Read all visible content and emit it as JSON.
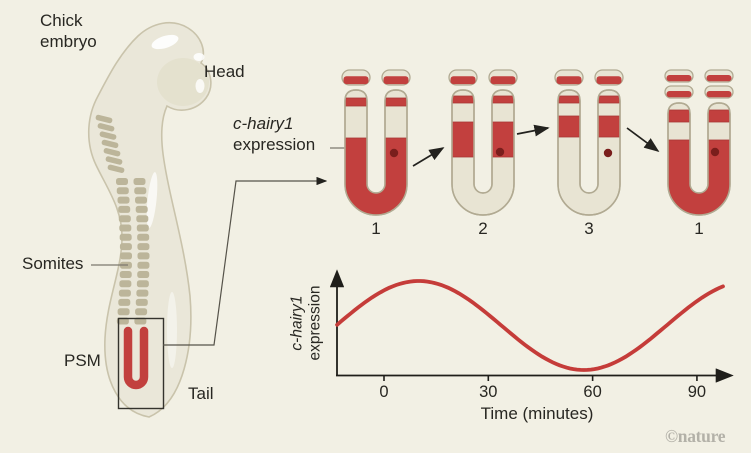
{
  "labels": {
    "chick_embryo": "Chick\nembryo",
    "head": "Head",
    "somites": "Somites",
    "psm": "PSM",
    "tail": "Tail",
    "gene_name": "c-hairy1",
    "expression_word": "expression"
  },
  "stages": [
    {
      "label": "1",
      "somites_formed": 1,
      "arm_top": 22,
      "bands": [
        [
          30,
          38
        ],
        [
          70,
          147
        ]
      ],
      "dot": [
        49,
        85
      ]
    },
    {
      "label": "2",
      "somites_formed": 1,
      "arm_top": 22,
      "bands": [
        [
          28,
          35
        ],
        [
          54,
          89
        ]
      ],
      "dot": [
        48,
        84
      ]
    },
    {
      "label": "3",
      "somites_formed": 1,
      "arm_top": 22,
      "bands": [
        [
          28,
          35
        ],
        [
          48,
          69
        ]
      ],
      "dot": [
        50,
        85
      ]
    },
    {
      "label": "1",
      "somites_formed": 2,
      "arm_top": 35,
      "bands": [
        [
          42,
          54
        ],
        [
          72,
          147
        ]
      ],
      "dot": [
        47,
        84
      ]
    }
  ],
  "chart_data": {
    "type": "line",
    "title": "",
    "xlabel": "Time (minutes)",
    "ylabel_line1": "c-hairy1",
    "ylabel_line2": "expression",
    "x_ticks": [
      0,
      30,
      60,
      90
    ],
    "x_range_minutes": [
      -13.5,
      97.5
    ],
    "grid": false,
    "legend": false,
    "line_color": "#c53c39",
    "series": [
      {
        "name": "c-hairy1 expression",
        "waveform": "cosine",
        "period_minutes": 95,
        "peak_at_minute": 10,
        "trough_at_minute": 57.5,
        "samples_t_value": [
          [
            -10,
            0.26
          ],
          [
            0,
            0.79
          ],
          [
            10,
            1.0
          ],
          [
            20,
            0.79
          ],
          [
            30,
            0.26
          ],
          [
            40,
            -0.4
          ],
          [
            50,
            -0.89
          ],
          [
            57.5,
            -1.0
          ],
          [
            60,
            -0.98
          ],
          [
            70,
            -0.66
          ],
          [
            80,
            -0.02
          ],
          [
            90,
            0.63
          ],
          [
            97,
            0.88
          ]
        ]
      }
    ]
  },
  "colors": {
    "background": "#f2f0e4",
    "red": "#c2403e",
    "band_edge": "#a83835",
    "cream": "#e8e4d3",
    "outline": "#b1aa92",
    "determination_dot": "#7a1e1c",
    "text": "#282722",
    "embryo_fill": "#eae7d9",
    "embryo_outline": "#c9c3ab",
    "somite_blocks": "#bcb59a",
    "connector_gray": "#56534a",
    "credit_gray": "#b3b1a8"
  },
  "credit": "©nature"
}
